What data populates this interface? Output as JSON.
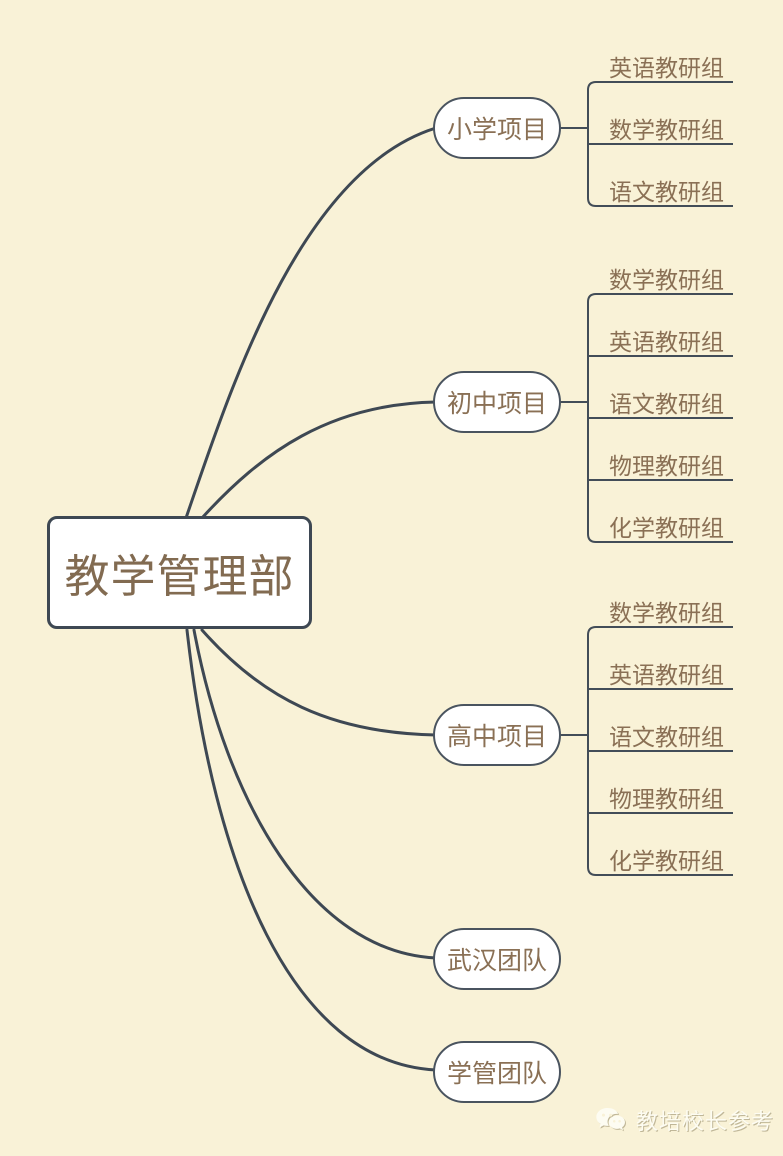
{
  "colors": {
    "background": "#f9f2d7",
    "line": "#3e4853",
    "node_fill": "#ffffff",
    "node_border": "#4a545f",
    "text_brown": "#8a7055"
  },
  "root": {
    "label": "教学管理部"
  },
  "branches": [
    {
      "label": "小学项目",
      "children": [
        "英语教研组",
        "数学教研组",
        "语文教研组"
      ]
    },
    {
      "label": "初中项目",
      "children": [
        "数学教研组",
        "英语教研组",
        "语文教研组",
        "物理教研组",
        "化学教研组"
      ]
    },
    {
      "label": "高中项目",
      "children": [
        "数学教研组",
        "英语教研组",
        "语文教研组",
        "物理教研组",
        "化学教研组"
      ]
    },
    {
      "label": "武汉团队",
      "children": []
    },
    {
      "label": "学管团队",
      "children": []
    }
  ],
  "watermark": {
    "icon": "wechat-icon",
    "label": "教培校长参考"
  }
}
